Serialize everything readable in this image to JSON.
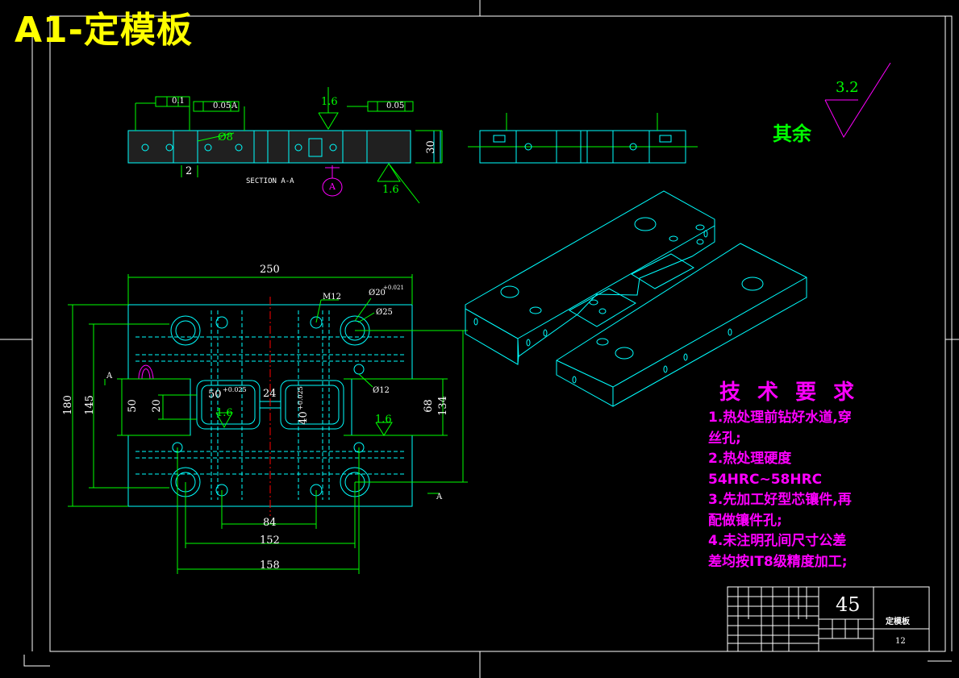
{
  "title": "A1-定模板",
  "roughness": {
    "other_label": "其余",
    "other_value": "3.2",
    "top_value": "1.6",
    "bottom_value": "1.6",
    "pocket_left": "1.6",
    "pocket_right": "1.6"
  },
  "section": {
    "label": "SECTION A-A",
    "marker": "A",
    "tol_parallel": "0.1",
    "tol_perp_left": "0.05",
    "tol_perp_right": "0.05",
    "datum": "A",
    "hole_dia": "Ø8",
    "depth": "2",
    "height": "30"
  },
  "plan_dims": {
    "width_250": "250",
    "height_180": "180",
    "height_145": "145",
    "d50": "50",
    "d20": "20",
    "d24": "24",
    "d68": "68",
    "d134": "134",
    "d84": "84",
    "d152": "152",
    "d158": "158",
    "m12": "M12",
    "d20h": "Ø20",
    "d20h_tol": "+0.021",
    "d25": "Ø25",
    "d12": "Ø12",
    "pocket_left": "50",
    "pocket_left_tol": "+0.025",
    "pocket_right": "40",
    "pocket_right_tol": "+0.025",
    "datum_left": "A",
    "datum_right": "A"
  },
  "tech": {
    "title": "技 术 要 求",
    "lines": [
      "1.热处理前钻好水道,穿",
      "丝孔;",
      "2.热处理硬度",
      "54HRC~58HRC",
      "3.先加工好型芯镶件,再",
      "配做镶件孔;",
      "4.未注明孔间尺寸公差",
      "差均按IT8级精度加工;"
    ]
  },
  "title_block": {
    "material": "45",
    "part_name": "定模板",
    "number": "12"
  },
  "colors": {
    "outline": "#00ffff",
    "dimension": "#00ff00",
    "border": "#ffffff",
    "note": "#ff00ff",
    "title": "#ffff00"
  }
}
